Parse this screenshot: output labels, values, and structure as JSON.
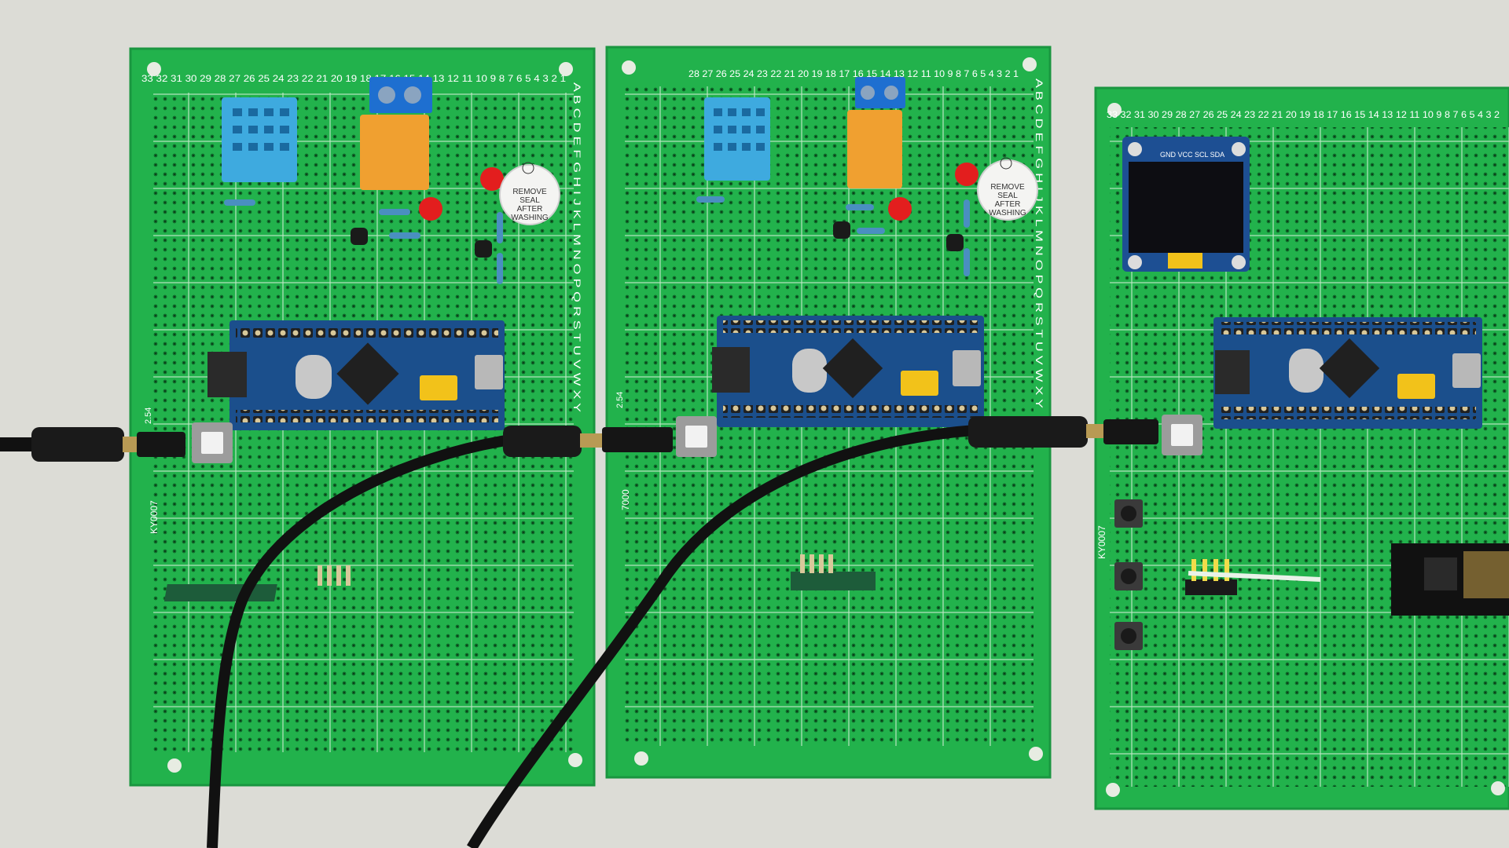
{
  "scene": {
    "background_color": "#dcdcd6",
    "board_color": "#22b24c",
    "board_edge_color": "#1a9640",
    "pad_color": "#0d5c26",
    "cable_color": "#111111"
  },
  "boards": [
    {
      "name": "board-left",
      "col_numbers": "33 32 31 30 29 28 27 26 25 24 23 22 21 20 19 18 17 16 15 14 13 12 11 10 9 8 7 6 5 4 3 2 1",
      "row_letters": "A B C D E F G H I J K L M N O P Q R S T U V W X Y",
      "brand": "KY0007",
      "pitch": "2.54",
      "buzzer_label": [
        "REMOVE",
        "SEAL",
        "AFTER",
        "WASHING"
      ]
    },
    {
      "name": "board-middle",
      "col_numbers": "28 27 26 25 24 23 22 21 20 19 18 17 16 15 14 13 12 11 10 9 8 7 6 5 4 3 2 1",
      "row_letters": "A B C D E F G H I J K L M N O P Q R S T U V W X Y",
      "brand": "7000",
      "pitch": "2.54",
      "buzzer_label": [
        "REMOVE",
        "SEAL",
        "AFTER",
        "WASHING"
      ]
    },
    {
      "name": "board-right",
      "col_numbers": "33 32 31 30 29 28 27 26 25 24 23 22 21 20 19 18 17 16 15 14 13 12 11 10 9 8 7 6 5 4 3 2",
      "row_letters": "",
      "brand": "KY0007",
      "pitch": "",
      "buzzer_label": []
    }
  ],
  "oled_pins": "GND VCC SCL SDA"
}
